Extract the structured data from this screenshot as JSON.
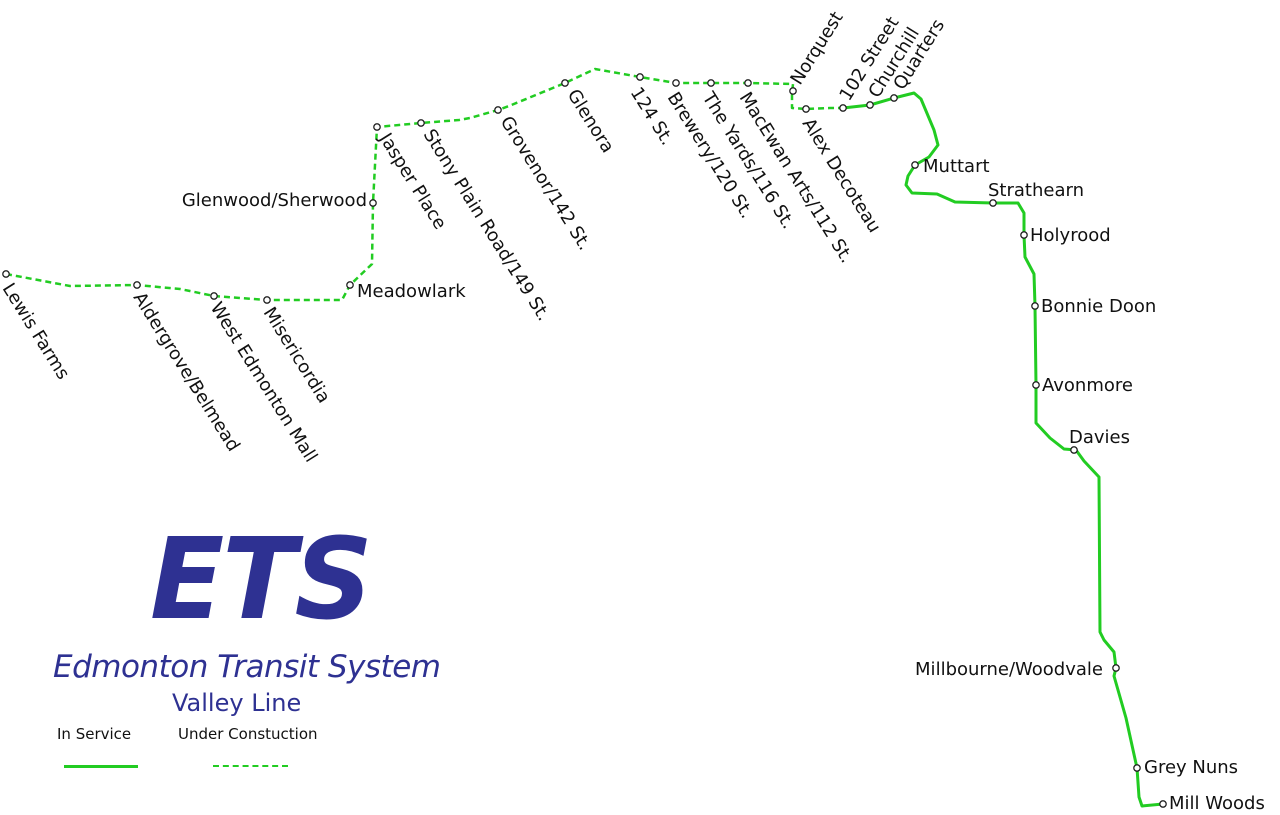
{
  "logo": {
    "mark": "ETS",
    "name": "Edmonton Transit System",
    "line": "Valley Line",
    "color": "#2e3192"
  },
  "legend": {
    "in_service": "In Service",
    "under_construction": "Under Constuction"
  },
  "colors": {
    "line": "#22cc22",
    "text": "#111111",
    "station_fill": "#ffffff"
  },
  "stations": [
    {
      "id": "lewis-farms",
      "name": "Lewis Farms",
      "status": "under_construction"
    },
    {
      "id": "aldergrove-belmead",
      "name": "Aldergrove/Belmead",
      "status": "under_construction"
    },
    {
      "id": "west-edmonton-mall",
      "name": "West Edmonton Mall",
      "status": "under_construction"
    },
    {
      "id": "misericordia",
      "name": "Misericordia",
      "status": "under_construction"
    },
    {
      "id": "meadowlark",
      "name": "Meadowlark",
      "status": "under_construction"
    },
    {
      "id": "glenwood-sherwood",
      "name": "Glenwood/Sherwood",
      "status": "under_construction"
    },
    {
      "id": "jasper-place",
      "name": "Jasper Place",
      "status": "under_construction"
    },
    {
      "id": "stony-plain-road",
      "name": "Stony Plain Road/149 St.",
      "status": "under_construction"
    },
    {
      "id": "grovenor",
      "name": "Grovenor/142 St.",
      "status": "under_construction"
    },
    {
      "id": "glenora",
      "name": "Glenora",
      "status": "under_construction"
    },
    {
      "id": "124-st",
      "name": "124 St.",
      "status": "under_construction"
    },
    {
      "id": "brewery",
      "name": "Brewery/120 St.",
      "status": "under_construction"
    },
    {
      "id": "the-yards",
      "name": "The Yards/116 St.",
      "status": "under_construction"
    },
    {
      "id": "macewan-arts",
      "name": "MacEwan Arts/112 St.",
      "status": "under_construction"
    },
    {
      "id": "norquest",
      "name": "Norquest",
      "status": "under_construction"
    },
    {
      "id": "alex-decoteau",
      "name": "Alex Decoteau",
      "status": "under_construction"
    },
    {
      "id": "102-street",
      "name": "102 Street",
      "status": "in_service"
    },
    {
      "id": "churchill",
      "name": "Churchill",
      "status": "in_service"
    },
    {
      "id": "quarters",
      "name": "Quarters",
      "status": "in_service"
    },
    {
      "id": "muttart",
      "name": "Muttart",
      "status": "in_service"
    },
    {
      "id": "strathearn",
      "name": "Strathearn",
      "status": "in_service"
    },
    {
      "id": "holyrood",
      "name": "Holyrood",
      "status": "in_service"
    },
    {
      "id": "bonnie-doon",
      "name": "Bonnie Doon",
      "status": "in_service"
    },
    {
      "id": "avonmore",
      "name": "Avonmore",
      "status": "in_service"
    },
    {
      "id": "davies",
      "name": "Davies",
      "status": "in_service"
    },
    {
      "id": "millbourne-woodvale",
      "name": "Millbourne/Woodvale",
      "status": "in_service"
    },
    {
      "id": "grey-nuns",
      "name": "Grey Nuns",
      "status": "in_service"
    },
    {
      "id": "mill-woods",
      "name": "Mill Woods",
      "status": "in_service"
    }
  ]
}
